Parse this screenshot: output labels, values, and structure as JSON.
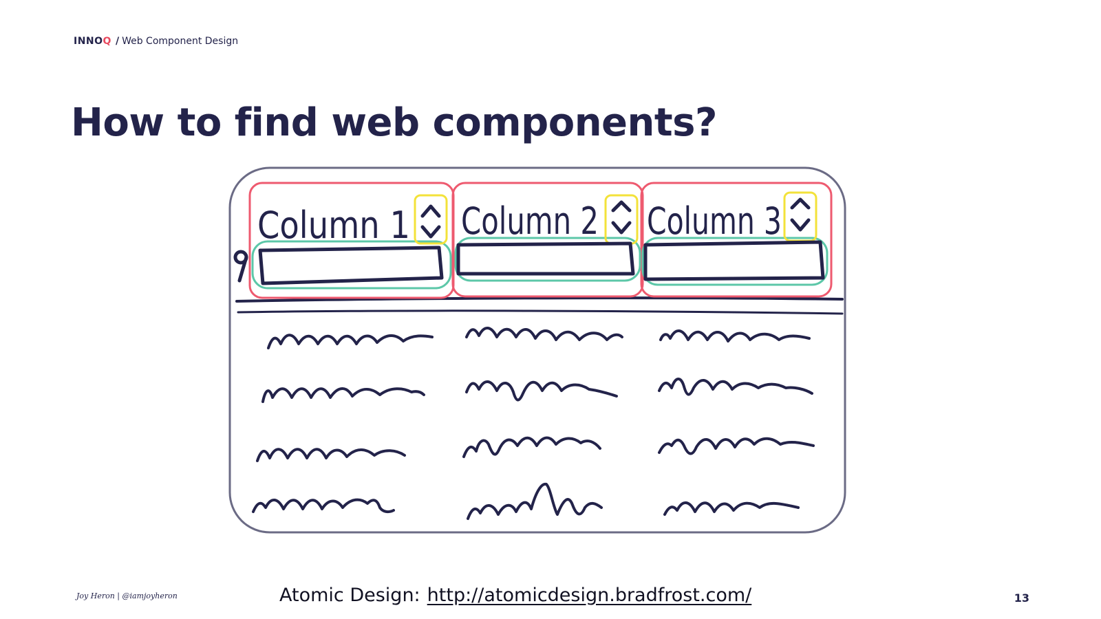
{
  "header": {
    "brand_logo_main": "INNO",
    "brand_logo_accent": "Q",
    "separator": "/",
    "presentation_title": "Web Component Design"
  },
  "slide": {
    "title": "How to find web components?"
  },
  "sketch": {
    "column_labels": [
      "Column 1",
      "Column 2",
      "Column 3"
    ],
    "colors": {
      "ink": "#23234a",
      "frame": "#6b6b85",
      "molecule_outline": "#ee5a6f",
      "atom_input_outline": "#5cc7a8",
      "atom_sort_outline": "#f3e23a"
    }
  },
  "footer": {
    "author": "Joy Heron | @iamjoyheron",
    "reference_prefix": "Atomic Design:",
    "reference_link": "http://atomicdesign.bradfrost.com/",
    "page_number": "13"
  }
}
